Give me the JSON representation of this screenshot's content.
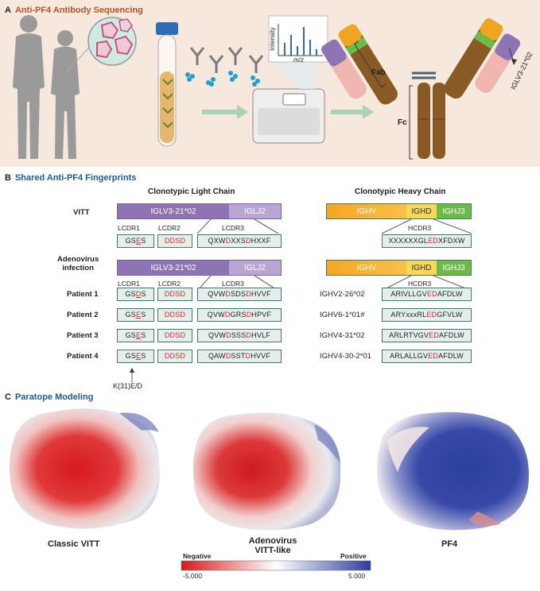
{
  "panelA": {
    "letter": "A",
    "title": "Anti-PF4 Antibody Sequencing",
    "ms_ylabel": "Intensity",
    "ms_xlabel": "m/z",
    "fab_label": "Fab",
    "fc_label": "Fc",
    "igl_label": "IGLV3-21*02"
  },
  "panelB": {
    "letter": "B",
    "title": "Shared Anti-PF4 Fingerprints",
    "light_header": "Clonotypic Light Chain",
    "heavy_header": "Clonotypic Heavy Chain",
    "vitt_label": "VITT",
    "adeno_label_1": "Adenovirus",
    "adeno_label_2": "infection",
    "light_v": "IGLV3-21*02",
    "light_j": "IGLJ2",
    "heavy_v": "IGHV",
    "heavy_d": "IGHD",
    "heavy_j": "IGHJ3",
    "lcdr1": "LCDR1",
    "lcdr2": "LCDR2",
    "lcdr3": "LCDR3",
    "hcdr3": "HCDR3",
    "vitt_lcdr1": [
      "GS",
      "E",
      "S"
    ],
    "vitt_lcdr2": [
      "DDSD"
    ],
    "vitt_lcdr3": [
      "QXW",
      "D",
      "XXS",
      "D",
      "HXXF"
    ],
    "vitt_hcdr3": [
      "XXXXXXGL",
      "ED",
      "XFDXW"
    ],
    "patients": [
      {
        "label": "Patient 1",
        "l1": [
          "GS",
          "D",
          "S"
        ],
        "l2": "DDSD",
        "l3": [
          "QVW",
          "D",
          "SDS",
          "D",
          "HVVF"
        ],
        "igh": "IGHV2-26*02",
        "h3": [
          "ARIVLLGV",
          "ED",
          "AFDLW"
        ]
      },
      {
        "label": "Patient 2",
        "l1": [
          "GS",
          "E",
          "S"
        ],
        "l2": "DDSD",
        "l3": [
          "QVW",
          "D",
          "GRS",
          "D",
          "HPVF"
        ],
        "igh": "IGHV6-1*01#",
        "h3": [
          "ARYxxxRL",
          "ED",
          "GFVLW"
        ]
      },
      {
        "label": "Patient 3",
        "l1": [
          "GS",
          "E",
          "S"
        ],
        "l2": "DDSD",
        "l3": [
          "QVW",
          "D",
          "SSS",
          "D",
          "HVLF"
        ],
        "igh": "IGHV4-31*02",
        "h3": [
          "ARLRTVGV",
          "ED",
          "AFDLW"
        ]
      },
      {
        "label": "Patient 4",
        "l1": [
          "GS",
          "E",
          "S"
        ],
        "l2": "DDSD",
        "l3": [
          "QAW",
          "D",
          "SST",
          "D",
          "HVVF"
        ],
        "igh": "IGHV4-30-2*01",
        "h3": [
          "ARLALLGV",
          "ED",
          "AFDLW"
        ]
      }
    ],
    "mutation_note": "K(31)E/D"
  },
  "panelC": {
    "letter": "C",
    "title": "Paratope Modeling",
    "labels": [
      "Classic VITT",
      "Adenovirus\nVITT-like",
      "PF4"
    ],
    "label_adeno_1": "Adenovirus",
    "label_adeno_2": "VITT-like",
    "scale_negative": "Negative",
    "scale_positive": "Positive",
    "scale_min": "-5.000",
    "scale_max": "5.000"
  },
  "colors": {
    "panelA_bg": "#f6e8dc",
    "lightchain_purple": "#8f74b4",
    "lightchain_j": "#b9a6d2",
    "heavy_v": "#f0a520",
    "heavy_d": "#f7d24a",
    "heavy_j": "#6dba4a",
    "antibody_brown": "#8a5a26",
    "negative_red": "#d7191c",
    "positive_blue": "#2c3f9a"
  }
}
